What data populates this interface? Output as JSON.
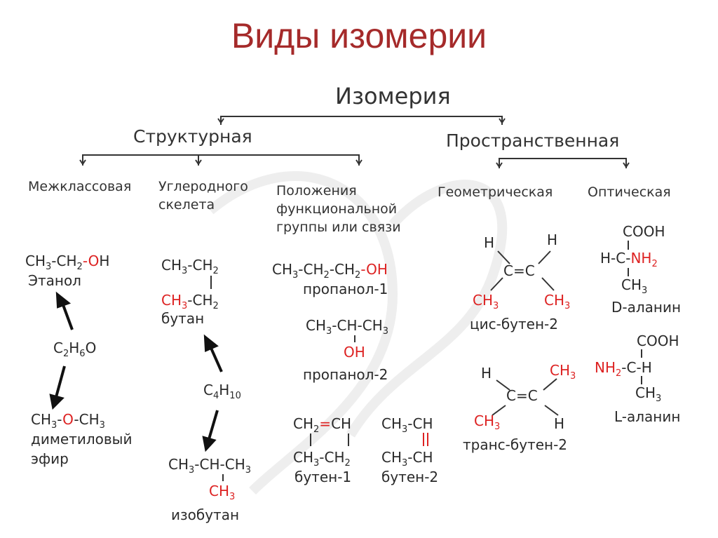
{
  "page_title": "Виды изомерии",
  "tree": {
    "root": "Изомерия",
    "structural": "Структурная",
    "spatial": "Пространственная",
    "interclass": "Межклассовая",
    "carbon_skeleton_1": "Углеродного",
    "carbon_skeleton_2": "скелета",
    "position_1": "Положения",
    "position_2": "функциональной",
    "position_3": "группы или связи",
    "geometric": "Геометрическая",
    "optical": "Оптическая"
  },
  "interclass": {
    "ethanol_name": "Этанол",
    "formula_C": "C",
    "formula_H": "H",
    "formula_O": "O",
    "formula_2": "2",
    "formula_6": "6",
    "ether_name_1": "диметиловый",
    "ether_name_2": "эфир"
  },
  "skeleton": {
    "butane_name": "бутан",
    "formula_C": "C",
    "formula_H": "H",
    "formula_4": "4",
    "formula_10": "10",
    "isobutane_name": "изобутан"
  },
  "position": {
    "propanol1_name": "пропанол-1",
    "propanol2_name": "пропанол-2",
    "butene1_name": "бутен-1",
    "butene2_name": "бутен-2"
  },
  "geometric": {
    "cis_name": "цис-бутен-2",
    "trans_name": "транс-бутен-2"
  },
  "optical": {
    "d_name": "D-аланин",
    "l_name": "L-аланин"
  },
  "chem": {
    "CH3": "CH",
    "CH2": "CH",
    "CH": "CH",
    "C": "C",
    "H": "H",
    "OH": "OH",
    "O": "O",
    "COOH": "COOH",
    "NH2": "NH",
    "dash": "-",
    "dbl": "=",
    "sub2": "2",
    "sub3": "3"
  },
  "colors": {
    "title": "#a52a2a",
    "accent": "#d22222",
    "text": "#2a2a2a"
  }
}
